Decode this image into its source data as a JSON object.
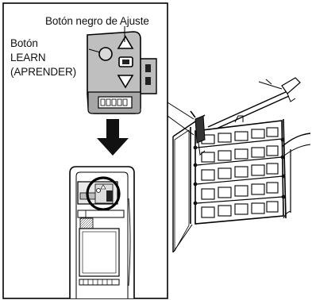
{
  "labels": {
    "adjust_button": "Botón negro de Ajuste",
    "learn_line1": "Botón",
    "learn_line2": "LEARN",
    "learn_line3": "(APRENDER)"
  }
}
